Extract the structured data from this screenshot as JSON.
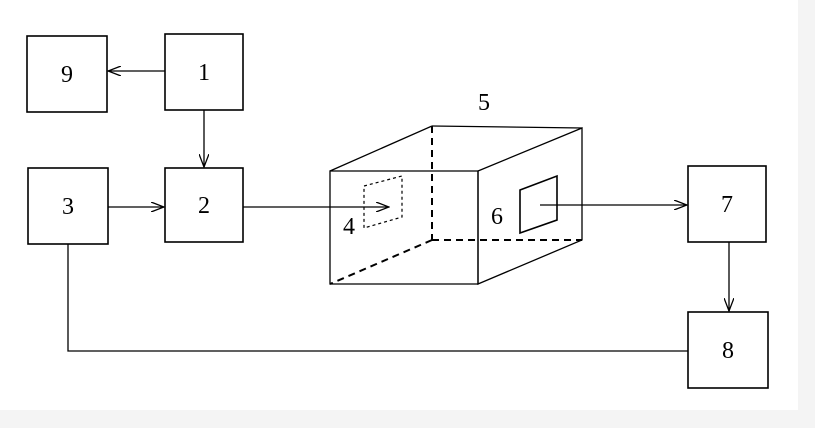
{
  "diagram": {
    "blocks": {
      "b1": "1",
      "b2": "2",
      "b3": "3",
      "b7": "7",
      "b8": "8",
      "b9": "9"
    },
    "labels": {
      "chamber": "5",
      "window_in": "4",
      "window_out": "6"
    }
  }
}
